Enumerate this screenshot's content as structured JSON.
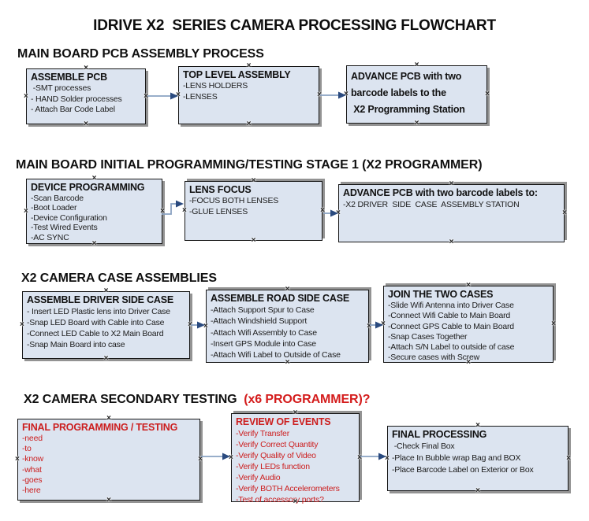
{
  "page_title": "IDRIVE X2  SERIES CAMERA PROCESSING FLOWCHART",
  "colors": {
    "node_fill": "#dce4f0",
    "node_border": "#161616",
    "node_shadow": "#939393",
    "arrow_line": "#8aa2c2",
    "arrow_head": "#2a4a7f",
    "alert_red": "#cc1e1e",
    "text_black": "#1c1c1c"
  },
  "icons": {
    "anchor_glyph": "×"
  },
  "sections": [
    {
      "heading": "MAIN BOARD PCB ASSEMBLY PROCESS",
      "nodes": [
        {
          "title": "ASSEMBLE PCB",
          "items": [
            " -SMT processes",
            "- HAND Solder processes",
            "- Attach Bar Code Label"
          ]
        },
        {
          "title": "TOP LEVEL ASSEMBLY",
          "items": [
            "-LENS HOLDERS",
            "-LENSES"
          ]
        },
        {
          "title": "ADVANCE PCB with two",
          "items": [
            "barcode labels to the",
            " X2 Programming Station"
          ]
        }
      ]
    },
    {
      "heading": "MAIN BOARD INITIAL PROGRAMMING/TESTING STAGE 1 (X2 PROGRAMMER)",
      "nodes": [
        {
          "title": "DEVICE PROGRAMMING",
          "items": [
            "-Scan Barcode",
            "-Boot Loader",
            "-Device Configuration",
            "-Test Wired Events",
            "-AC SYNC"
          ]
        },
        {
          "title": "LENS FOCUS",
          "items": [
            "-FOCUS BOTH LENSES",
            "-GLUE LENSES"
          ]
        },
        {
          "title": "ADVANCE PCB with two barcode labels to:",
          "items": [
            "-X2 DRIVER  SIDE  CASE  ASSEMBLY STATION"
          ]
        }
      ]
    },
    {
      "heading": "X2 CAMERA CASE ASSEMBLIES",
      "nodes": [
        {
          "title": "ASSEMBLE DRIVER SIDE CASE",
          "items": [
            "- Insert LED Plastic lens into Driver Case",
            "-Snap LED Board with Cable into Case",
            "-Connect LED Cable to X2 Main Board",
            "-Snap Main Board into case"
          ]
        },
        {
          "title": "ASSEMBLE ROAD SIDE CASE",
          "items": [
            "-Attach Support Spur to Case",
            "-Attach Windshield Support",
            "-Attach Wifi Assembly to Case",
            "-Insert GPS Module into Case",
            "-Attach Wifi Label to Outside of Case"
          ]
        },
        {
          "title": "JOIN THE TWO CASES",
          "items": [
            "-Slide Wifi Antenna into Driver Case",
            "-Connect Wifi Cable to Main Board",
            "-Connect GPS Cable to Main Board",
            "-Snap Cases Together",
            "-Attach S/N Label to outside of case",
            "-Secure cases with Screw"
          ]
        }
      ]
    },
    {
      "heading": "X2 CAMERA SECONDARY TESTING ",
      "heading_red": " (x6 PROGRAMMER)?",
      "nodes": [
        {
          "title": "FINAL PROGRAMMING / TESTING",
          "items": [
            "-need",
            "-to",
            "-know",
            "-what",
            "-goes",
            "-here"
          ]
        },
        {
          "title": "REVIEW OF EVENTS",
          "items": [
            "-Verify Transfer",
            "-Verify Correct Quantity",
            "-Verify Quality of Video",
            "-Verify LEDs function",
            "-Verify Audio",
            "-Verify BOTH Accelerometers",
            "-Test of accessory ports?"
          ]
        },
        {
          "title": "FINAL PROCESSING",
          "items": [
            " -Check Final Box",
            "-Place In Bubble wrap Bag and BOX",
            "-Place Barcode Label on Exterior or Box"
          ]
        }
      ]
    }
  ]
}
